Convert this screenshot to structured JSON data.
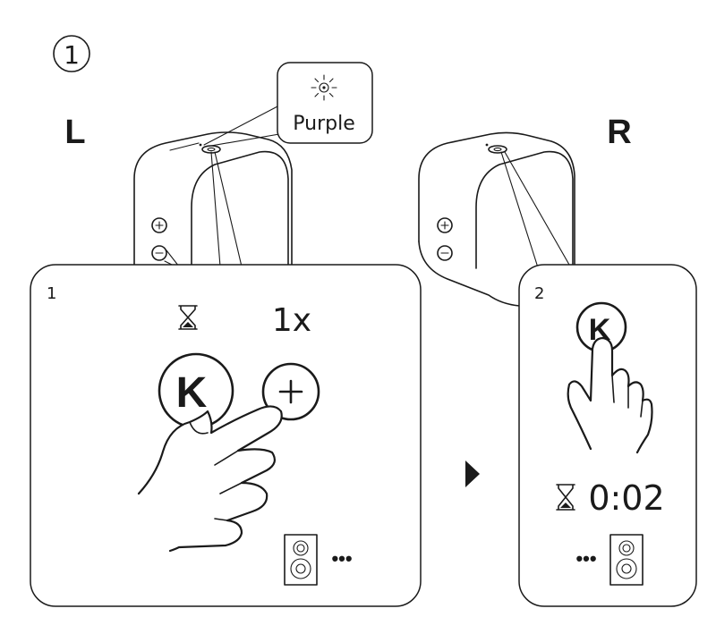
{
  "step_number": "1",
  "sides": {
    "left": "L",
    "right": "R"
  },
  "led_callout": {
    "label": "Purple"
  },
  "panel_left": {
    "number": "1",
    "press_count": "1x",
    "buttons": {
      "primary": "K",
      "secondary": "+"
    }
  },
  "panel_right": {
    "number": "2",
    "hold_time": "0:02",
    "buttons": {
      "primary": "K"
    }
  },
  "ellipsis": "•••",
  "icons": [
    "hourglass-icon",
    "sun-led-icon",
    "speaker-icon",
    "hand-press-icon",
    "arrow-right-icon"
  ]
}
